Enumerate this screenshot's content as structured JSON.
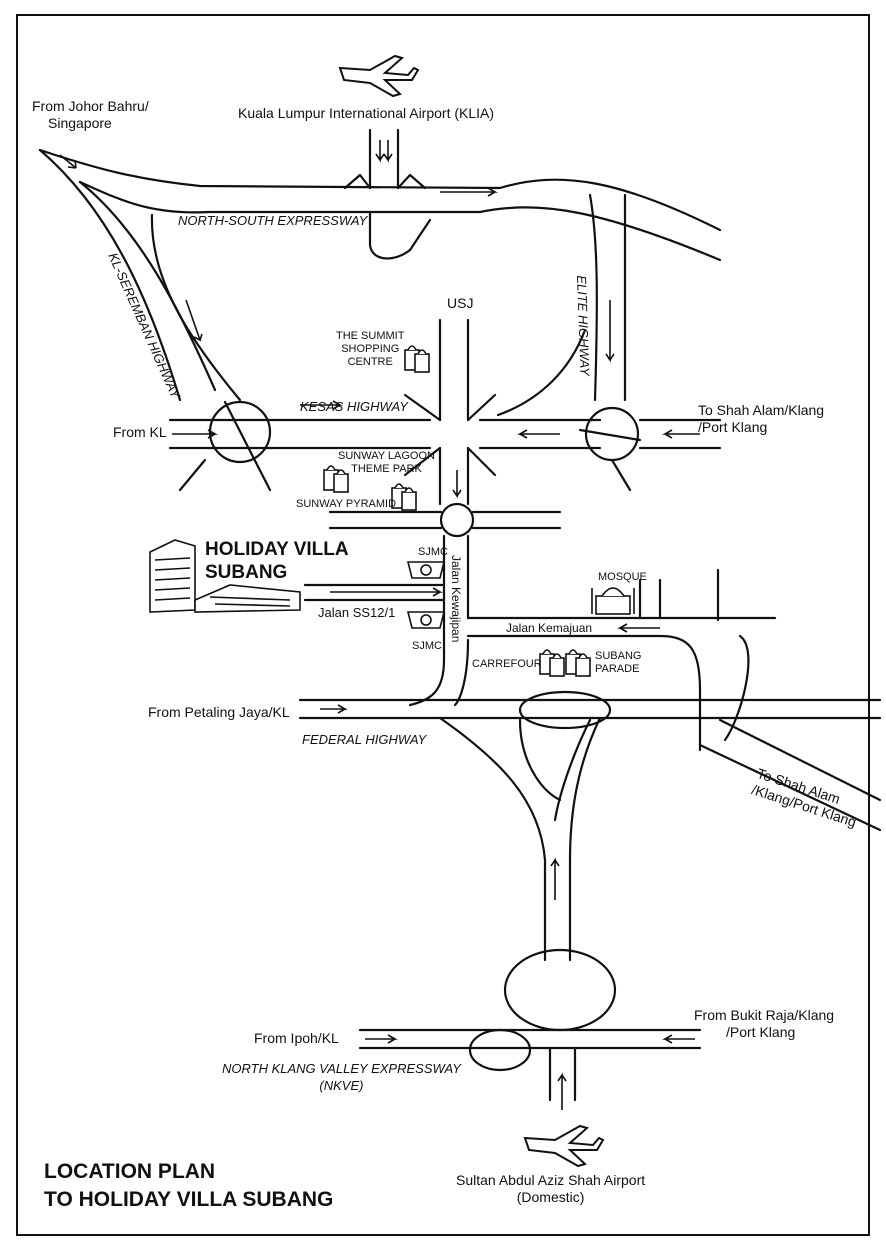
{
  "map": {
    "title_line1": "LOCATION PLAN",
    "title_line2": "TO HOLIDAY VILLA SUBANG",
    "hotel_line1": "HOLIDAY VILLA",
    "hotel_line2": "SUBANG",
    "origins": {
      "johor_1": "From Johor Bahru/",
      "johor_2": "Singapore",
      "from_kl": "From KL",
      "shah_alam_1": "To Shah Alam/Klang",
      "shah_alam_2": "/Port Klang",
      "petaling": "From Petaling Jaya/KL",
      "shah_alam_se_1": "To Shah Alam",
      "shah_alam_se_2": "/Klang/Port Klang",
      "ipoh": "From Ipoh/KL",
      "bukit_raja_1": "From Bukit Raja/Klang",
      "bukit_raja_2": "/Port Klang",
      "usj": "USJ"
    },
    "airports": {
      "klia": "Kuala Lumpur International Airport (KLIA)",
      "subang_1": "Sultan Abdul Aziz Shah Airport",
      "subang_2": "(Domestic)"
    },
    "highways": {
      "nse": "NORTH-SOUTH EXPRESSWAY",
      "kl_seremban": "KL-SEREMBAN HIGHWAY",
      "elite": "ELITE HIGHWAY",
      "kesas": "KESAS HIGHWAY",
      "federal": "FEDERAL HIGHWAY",
      "nkve_1": "NORTH KLANG VALLEY EXPRESSWAY",
      "nkve_2": "(NKVE)"
    },
    "roads": {
      "ss12": "Jalan SS12/1",
      "kewajipan": "Jalan Kewajipan",
      "kemajuan": "Jalan Kemajuan"
    },
    "landmarks": {
      "summit_1": "THE SUMMIT",
      "summit_2": "SHOPPING",
      "summit_3": "CENTRE",
      "lagoon_1": "SUNWAY LAGOON",
      "lagoon_2": "THEME PARK",
      "pyramid": "SUNWAY PYRAMID",
      "sjmc_top": "SJMC",
      "sjmc_bottom": "SJMC",
      "mosque": "MOSQUE",
      "carrefour": "CARREFOUR",
      "parade_1": "SUBANG",
      "parade_2": "PARADE"
    },
    "icons": {
      "airplane": "airplane-icon",
      "building": "hotel-building-icon",
      "shopping": "shopping-bags-icon",
      "hospital": "hospital-crescent-icon",
      "mosque": "mosque-icon"
    },
    "colors": {
      "ink": "#111111",
      "paper": "#ffffff"
    }
  }
}
